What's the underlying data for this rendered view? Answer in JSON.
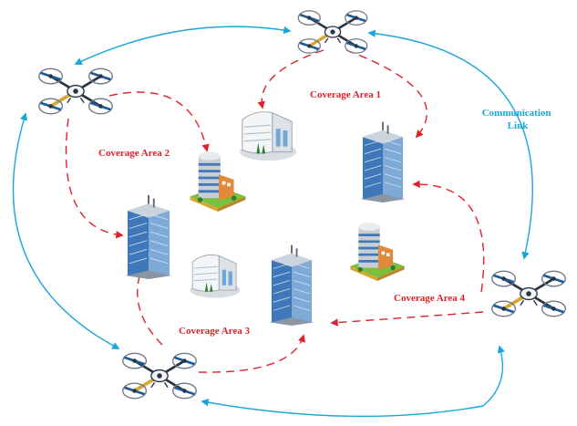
{
  "labels": {
    "coverage_area_1": "Coverage Area 1",
    "coverage_area_2": "Coverage Area 2",
    "coverage_area_3": "Coverage Area 3",
    "coverage_area_4": "Coverage Area 4",
    "communication_link_line1": "Communication",
    "communication_link_line2": "Link"
  },
  "colors": {
    "coverage_path": "#e0202a",
    "communication_link": "#1aa7d8",
    "drone_body": "#2b3442",
    "drone_arm": "#d9a62e",
    "rotor_blade": "#1e5b9a",
    "building_glass": "#3f78b8",
    "building_light": "#e9ecef",
    "ground_green": "#7cbf3c"
  },
  "icons": {
    "drone": "quadcopter-drone-icon",
    "office_tower": "office-tower-icon",
    "round_building": "round-building-icon",
    "curved_building": "curved-building-icon"
  }
}
